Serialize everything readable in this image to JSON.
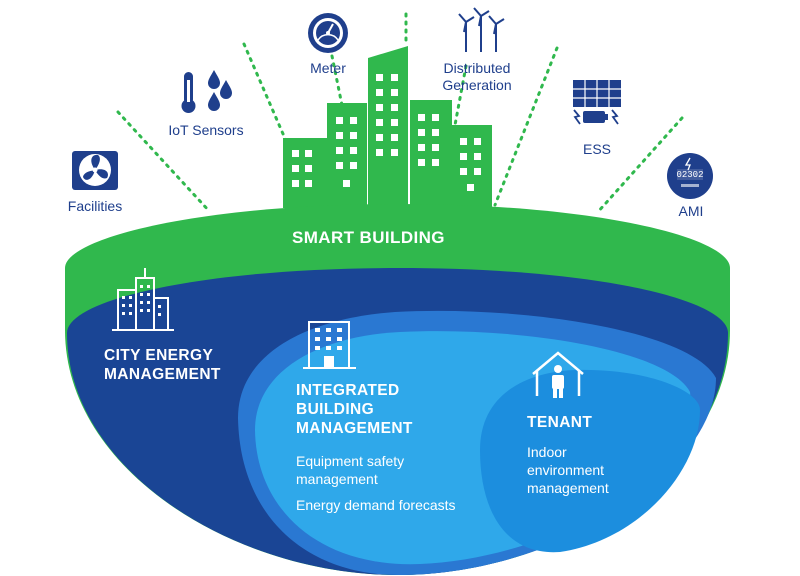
{
  "colors": {
    "green": "#30b84d",
    "navy": "#1a4595",
    "mid_blue": "#2a78d2",
    "light_blue": "#2fa8ea",
    "tenant_blue": "#1c8ede",
    "icon_navy": "#1f3f8c"
  },
  "top_labels": {
    "facilities": "Facilities",
    "iot_sensors": "IoT Sensors",
    "meter": "Meter",
    "distributed_generation": "Distributed\nGeneration",
    "ess": "ESS",
    "ami": "AMI",
    "ami_display": "02302"
  },
  "smart_building": {
    "title": "SMART BUILDING"
  },
  "city": {
    "title": "CITY ENERGY\nMANAGEMENT"
  },
  "integrated": {
    "title": "INTEGRATED\nBUILDING\nMANAGEMENT",
    "item1": "Equipment safety\nmanagement",
    "item2": "Energy demand forecasts"
  },
  "tenant": {
    "title": "TENANT",
    "desc": "Indoor\nenvironment\nmanagement"
  }
}
